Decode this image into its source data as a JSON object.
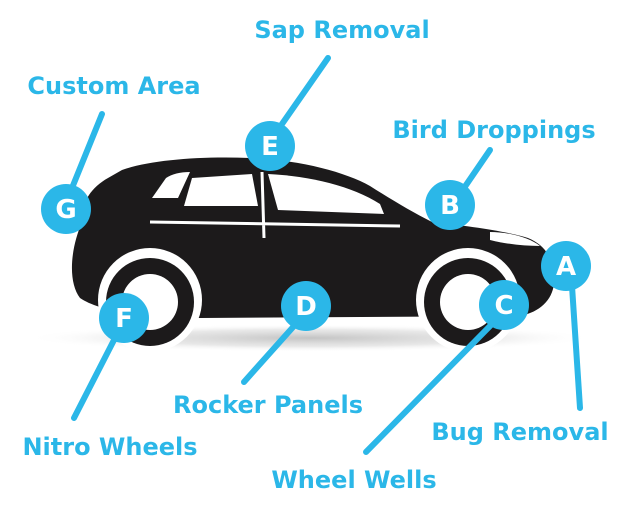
{
  "accent_color": "#2bb7e8",
  "car_color": "#1c1a1b",
  "callouts": [
    {
      "letter": "A",
      "label": "Bug Removal"
    },
    {
      "letter": "B",
      "label": "Bird Droppings"
    },
    {
      "letter": "C",
      "label": "Wheel Wells"
    },
    {
      "letter": "D",
      "label": "Rocker Panels"
    },
    {
      "letter": "E",
      "label": "Sap Removal"
    },
    {
      "letter": "F",
      "label": "Nitro Wheels"
    },
    {
      "letter": "G",
      "label": "Custom Area"
    }
  ]
}
